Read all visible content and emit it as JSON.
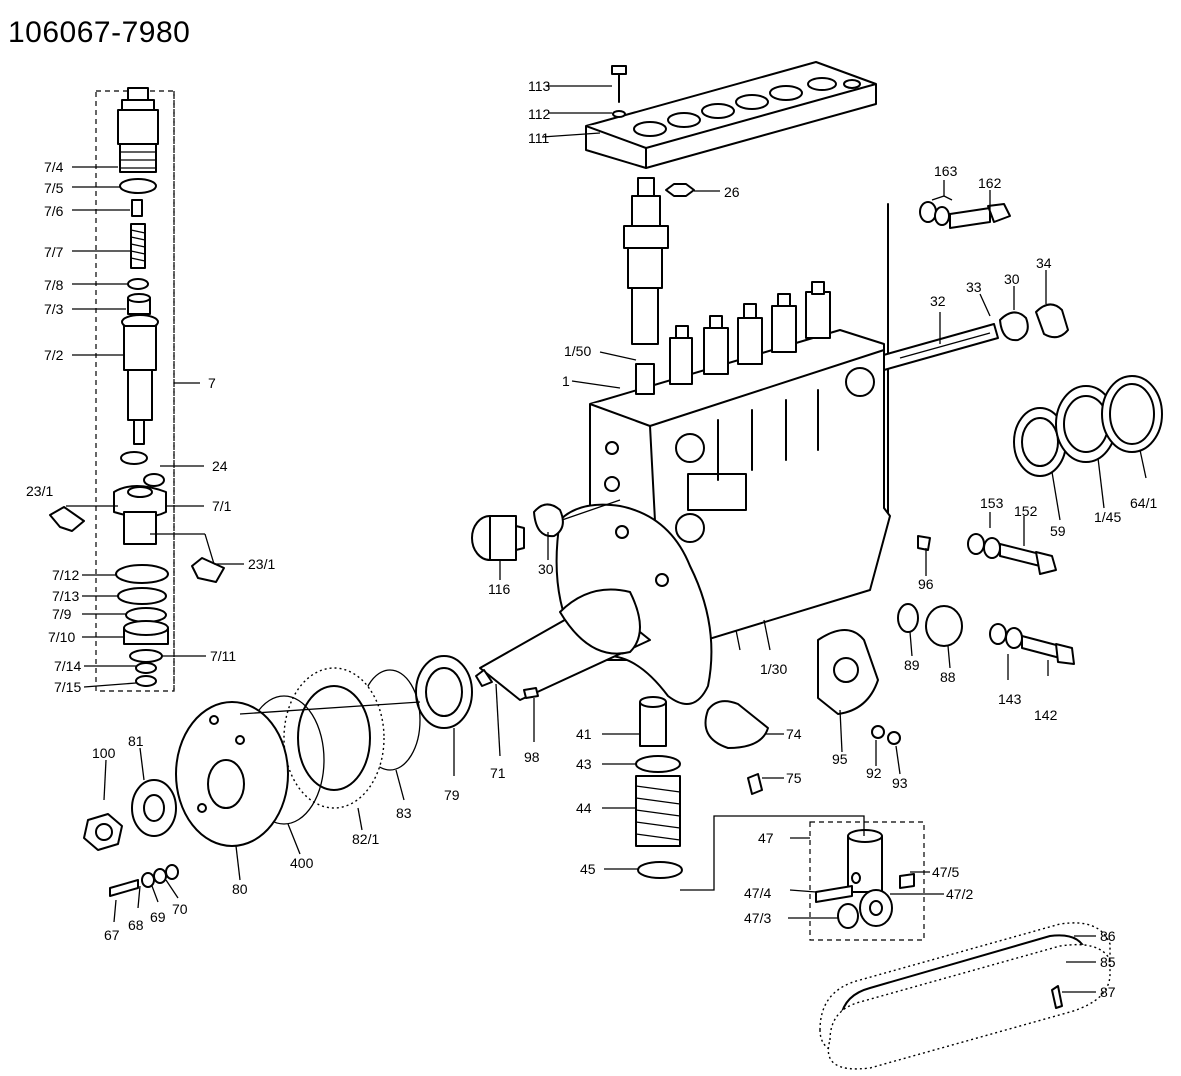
{
  "drawing_number": "106067-7980",
  "callouts": {
    "c113": "113",
    "c112": "112",
    "c111": "111",
    "c26": "26",
    "c163": "163",
    "c162": "162",
    "c33": "33",
    "c30a": "30",
    "c34": "34",
    "c32": "32",
    "c1_50": "1/50",
    "c1": "1",
    "c7_4": "7/4",
    "c7_5": "7/5",
    "c7_6": "7/6",
    "c7_7": "7/7",
    "c7_8": "7/8",
    "c7_3": "7/3",
    "c7_2": "7/2",
    "c7": "7",
    "c24": "24",
    "c23_1a": "23/1",
    "c7_1": "7/1",
    "c23_1b": "23/1",
    "c7_12": "7/12",
    "c7_13": "7/13",
    "c7_9": "7/9",
    "c7_10": "7/10",
    "c7_11": "7/11",
    "c7_14": "7/14",
    "c7_15": "7/15",
    "c116": "116",
    "c30b": "30",
    "c153": "153",
    "c152": "152",
    "c96": "96",
    "c59": "59",
    "c1_45": "1/45",
    "c64_1": "64/1",
    "c89": "89",
    "c88": "88",
    "c143": "143",
    "c142": "142",
    "c1_30": "1/30",
    "c71": "71",
    "c98": "98",
    "c79": "79",
    "c83": "83",
    "c82_1": "82/1",
    "c400": "400",
    "c80": "80",
    "c81": "81",
    "c100": "100",
    "c67": "67",
    "c68": "68",
    "c69": "69",
    "c70": "70",
    "c41": "41",
    "c43": "43",
    "c44": "44",
    "c45": "45",
    "c74": "74",
    "c75": "75",
    "c95": "95",
    "c92": "92",
    "c93": "93",
    "c47": "47",
    "c47_5": "47/5",
    "c47_4": "47/4",
    "c47_2": "47/2",
    "c47_3": "47/3",
    "c86": "86",
    "c85": "85",
    "c87": "87"
  }
}
